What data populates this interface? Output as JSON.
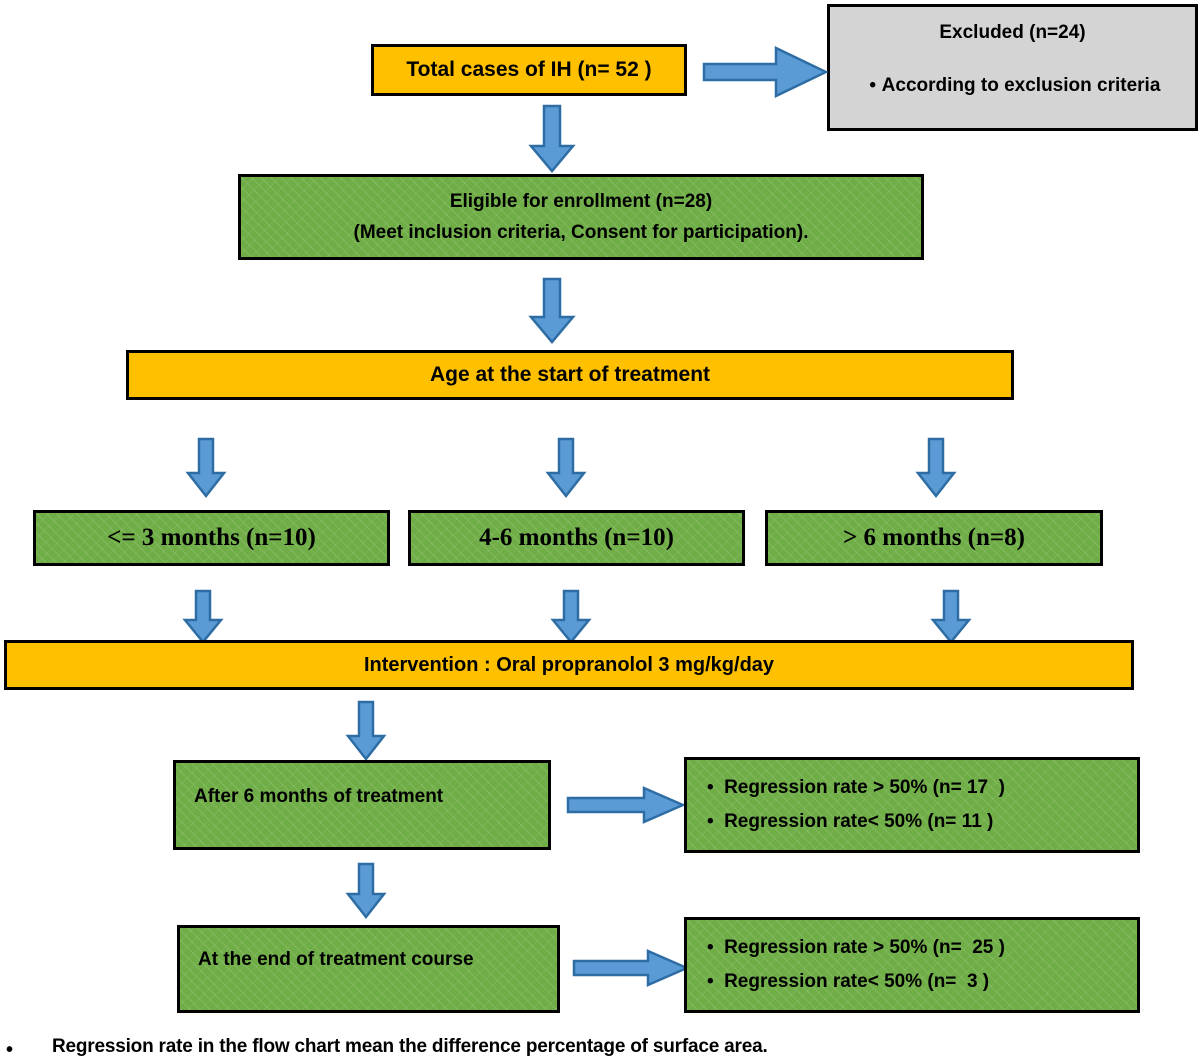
{
  "figure": {
    "type": "flowchart",
    "title": "Study flow chart of infantile hemangioma (IH) propranolol treatment"
  },
  "colors": {
    "orange": "#FFC000",
    "green": "#6FAD46",
    "grey": "#D4D4D4",
    "arrow_fill": "#5B9BD5",
    "arrow_stroke": "#2E6DA4",
    "border": "#000000"
  },
  "nodes": {
    "total_cases": {
      "label": "Total cases of IH (n= 52 )"
    },
    "excluded": {
      "heading": "Excluded (n=24)",
      "bullets": [
        "According to exclusion criteria"
      ]
    },
    "eligible": {
      "line1": "Eligible for enrollment (n=28)",
      "line2": "(Meet inclusion criteria, Consent for participation)."
    },
    "age_header": {
      "label": "Age at the start of treatment"
    },
    "age_groups": [
      {
        "label": "<= 3 months (n=10)"
      },
      {
        "label": "4-6 months (n=10)"
      },
      {
        "label": "> 6 months (n=8)"
      }
    ],
    "intervention": {
      "label": "Intervention : Oral propranolol 3 mg/kg/day"
    },
    "after_6_months": {
      "label": "After 6 months of treatment"
    },
    "after_6_months_results": {
      "bullets": [
        "Regression rate > 50% (n= 17  )",
        "Regression rate< 50% (n= 11 )"
      ]
    },
    "end_of_course": {
      "label": "At the end of treatment course"
    },
    "end_of_course_results": {
      "bullets": [
        "Regression rate > 50% (n=  25 )",
        "Regression rate< 50% (n=  3 )"
      ]
    }
  },
  "footnote": {
    "bullet": "•",
    "text": "Regression rate in the flow chart mean the difference percentage of surface area."
  },
  "chart_data": {
    "type": "flowchart",
    "title": "Study flow chart",
    "nodes": [
      {
        "id": "total_cases",
        "text": "Total cases of IH (n= 52 )",
        "n": 52,
        "style": "orange"
      },
      {
        "id": "excluded",
        "text": "Excluded (n=24) - According to exclusion criteria",
        "n": 24,
        "style": "grey"
      },
      {
        "id": "eligible",
        "text": "Eligible for enrollment (n=28) (Meet inclusion criteria, Consent for participation).",
        "n": 28,
        "style": "green"
      },
      {
        "id": "age_header",
        "text": "Age at the start of treatment",
        "style": "orange"
      },
      {
        "id": "age_le3",
        "text": "<= 3 months (n=10)",
        "n": 10,
        "style": "green"
      },
      {
        "id": "age_4_6",
        "text": "4-6 months (n=10)",
        "n": 10,
        "style": "green"
      },
      {
        "id": "age_gt6",
        "text": "> 6 months (n=8)",
        "n": 8,
        "style": "green"
      },
      {
        "id": "intervention",
        "text": "Intervention : Oral propranolol 3 mg/kg/day",
        "style": "orange"
      },
      {
        "id": "after6",
        "text": "After 6 months of treatment",
        "style": "green"
      },
      {
        "id": "after6_res",
        "text": "Regression rate > 50% (n= 17 ); Regression rate< 50% (n= 11 )",
        "style": "green"
      },
      {
        "id": "end_course",
        "text": "At the end of treatment course",
        "style": "green"
      },
      {
        "id": "end_course_res",
        "text": "Regression rate > 50% (n= 25 ); Regression rate< 50% (n= 3 )",
        "style": "green"
      }
    ],
    "edges": [
      {
        "from": "total_cases",
        "to": "excluded",
        "dir": "right"
      },
      {
        "from": "total_cases",
        "to": "eligible",
        "dir": "down"
      },
      {
        "from": "eligible",
        "to": "age_header",
        "dir": "down"
      },
      {
        "from": "age_header",
        "to": "age_le3",
        "dir": "down"
      },
      {
        "from": "age_header",
        "to": "age_4_6",
        "dir": "down"
      },
      {
        "from": "age_header",
        "to": "age_gt6",
        "dir": "down"
      },
      {
        "from": "age_le3",
        "to": "intervention",
        "dir": "down"
      },
      {
        "from": "age_4_6",
        "to": "intervention",
        "dir": "down"
      },
      {
        "from": "age_gt6",
        "to": "intervention",
        "dir": "down"
      },
      {
        "from": "intervention",
        "to": "after6",
        "dir": "down"
      },
      {
        "from": "after6",
        "to": "after6_res",
        "dir": "right"
      },
      {
        "from": "after6",
        "to": "end_course",
        "dir": "down"
      },
      {
        "from": "end_course",
        "to": "end_course_res",
        "dir": "right"
      }
    ]
  }
}
